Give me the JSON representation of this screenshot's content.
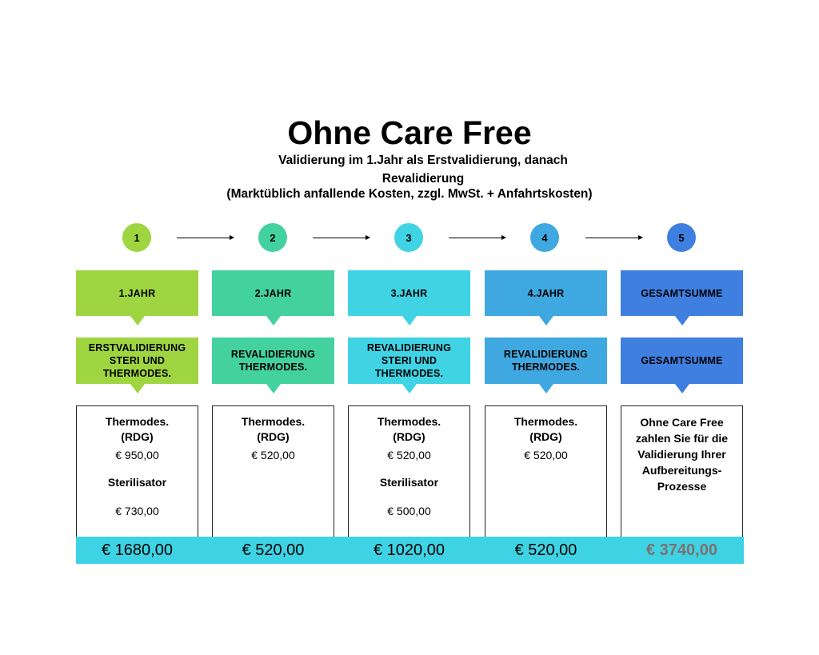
{
  "header": {
    "title": "Ohne Care Free",
    "subtitle": "Validierung im 1.Jahr als Erstvalidierung, danach Revalidierung",
    "note": "(Marktüblich anfallende Kosten, zzgl. MwSt. + Anfahrtskosten)"
  },
  "colors": {
    "step1": "#9fd541",
    "step2": "#43d1a0",
    "step3": "#3fd3e4",
    "step4": "#40a8e0",
    "step5": "#3f7fdf",
    "total_bar": "#3ed3e4",
    "grand_total_text": "#7f6f6f"
  },
  "steps": [
    {
      "number": "1",
      "year_label": "1.JAHR",
      "desc_label": "ERSTVALIDIERUNG STERI UND THERMODES.",
      "detail": {
        "item1_name": "Thermodes. (RDG)",
        "item1_price": "€ 950,00",
        "item2_name": "Sterilisator",
        "item2_price": "€ 730,00"
      },
      "total": "€ 1680,00"
    },
    {
      "number": "2",
      "year_label": "2.JAHR",
      "desc_label": "REVALIDIERUNG THERMODES.",
      "detail": {
        "item1_name": "Thermodes. (RDG)",
        "item1_price": "€ 520,00"
      },
      "total": "€ 520,00"
    },
    {
      "number": "3",
      "year_label": "3.JAHR",
      "desc_label": "REVALIDIERUNG STERI UND THERMODES.",
      "detail": {
        "item1_name": "Thermodes. (RDG)",
        "item1_price": "€ 520,00",
        "item2_name": "Sterilisator",
        "item2_price": "€ 500,00"
      },
      "total": "€ 1020,00"
    },
    {
      "number": "4",
      "year_label": "4.JAHR",
      "desc_label": "REVALIDIERUNG THERMODES.",
      "detail": {
        "item1_name": "Thermodes. (RDG)",
        "item1_price": "€ 520,00"
      },
      "total": "€ 520,00"
    },
    {
      "number": "5",
      "year_label": "GESAMTSUMME",
      "desc_label": "GESAMTSUMME",
      "detail": {
        "summary": "Ohne Care Free zahlen Sie für die Validierung Ihrer Aufbereitungs-Prozesse"
      },
      "total": "€ 3740,00"
    }
  ]
}
